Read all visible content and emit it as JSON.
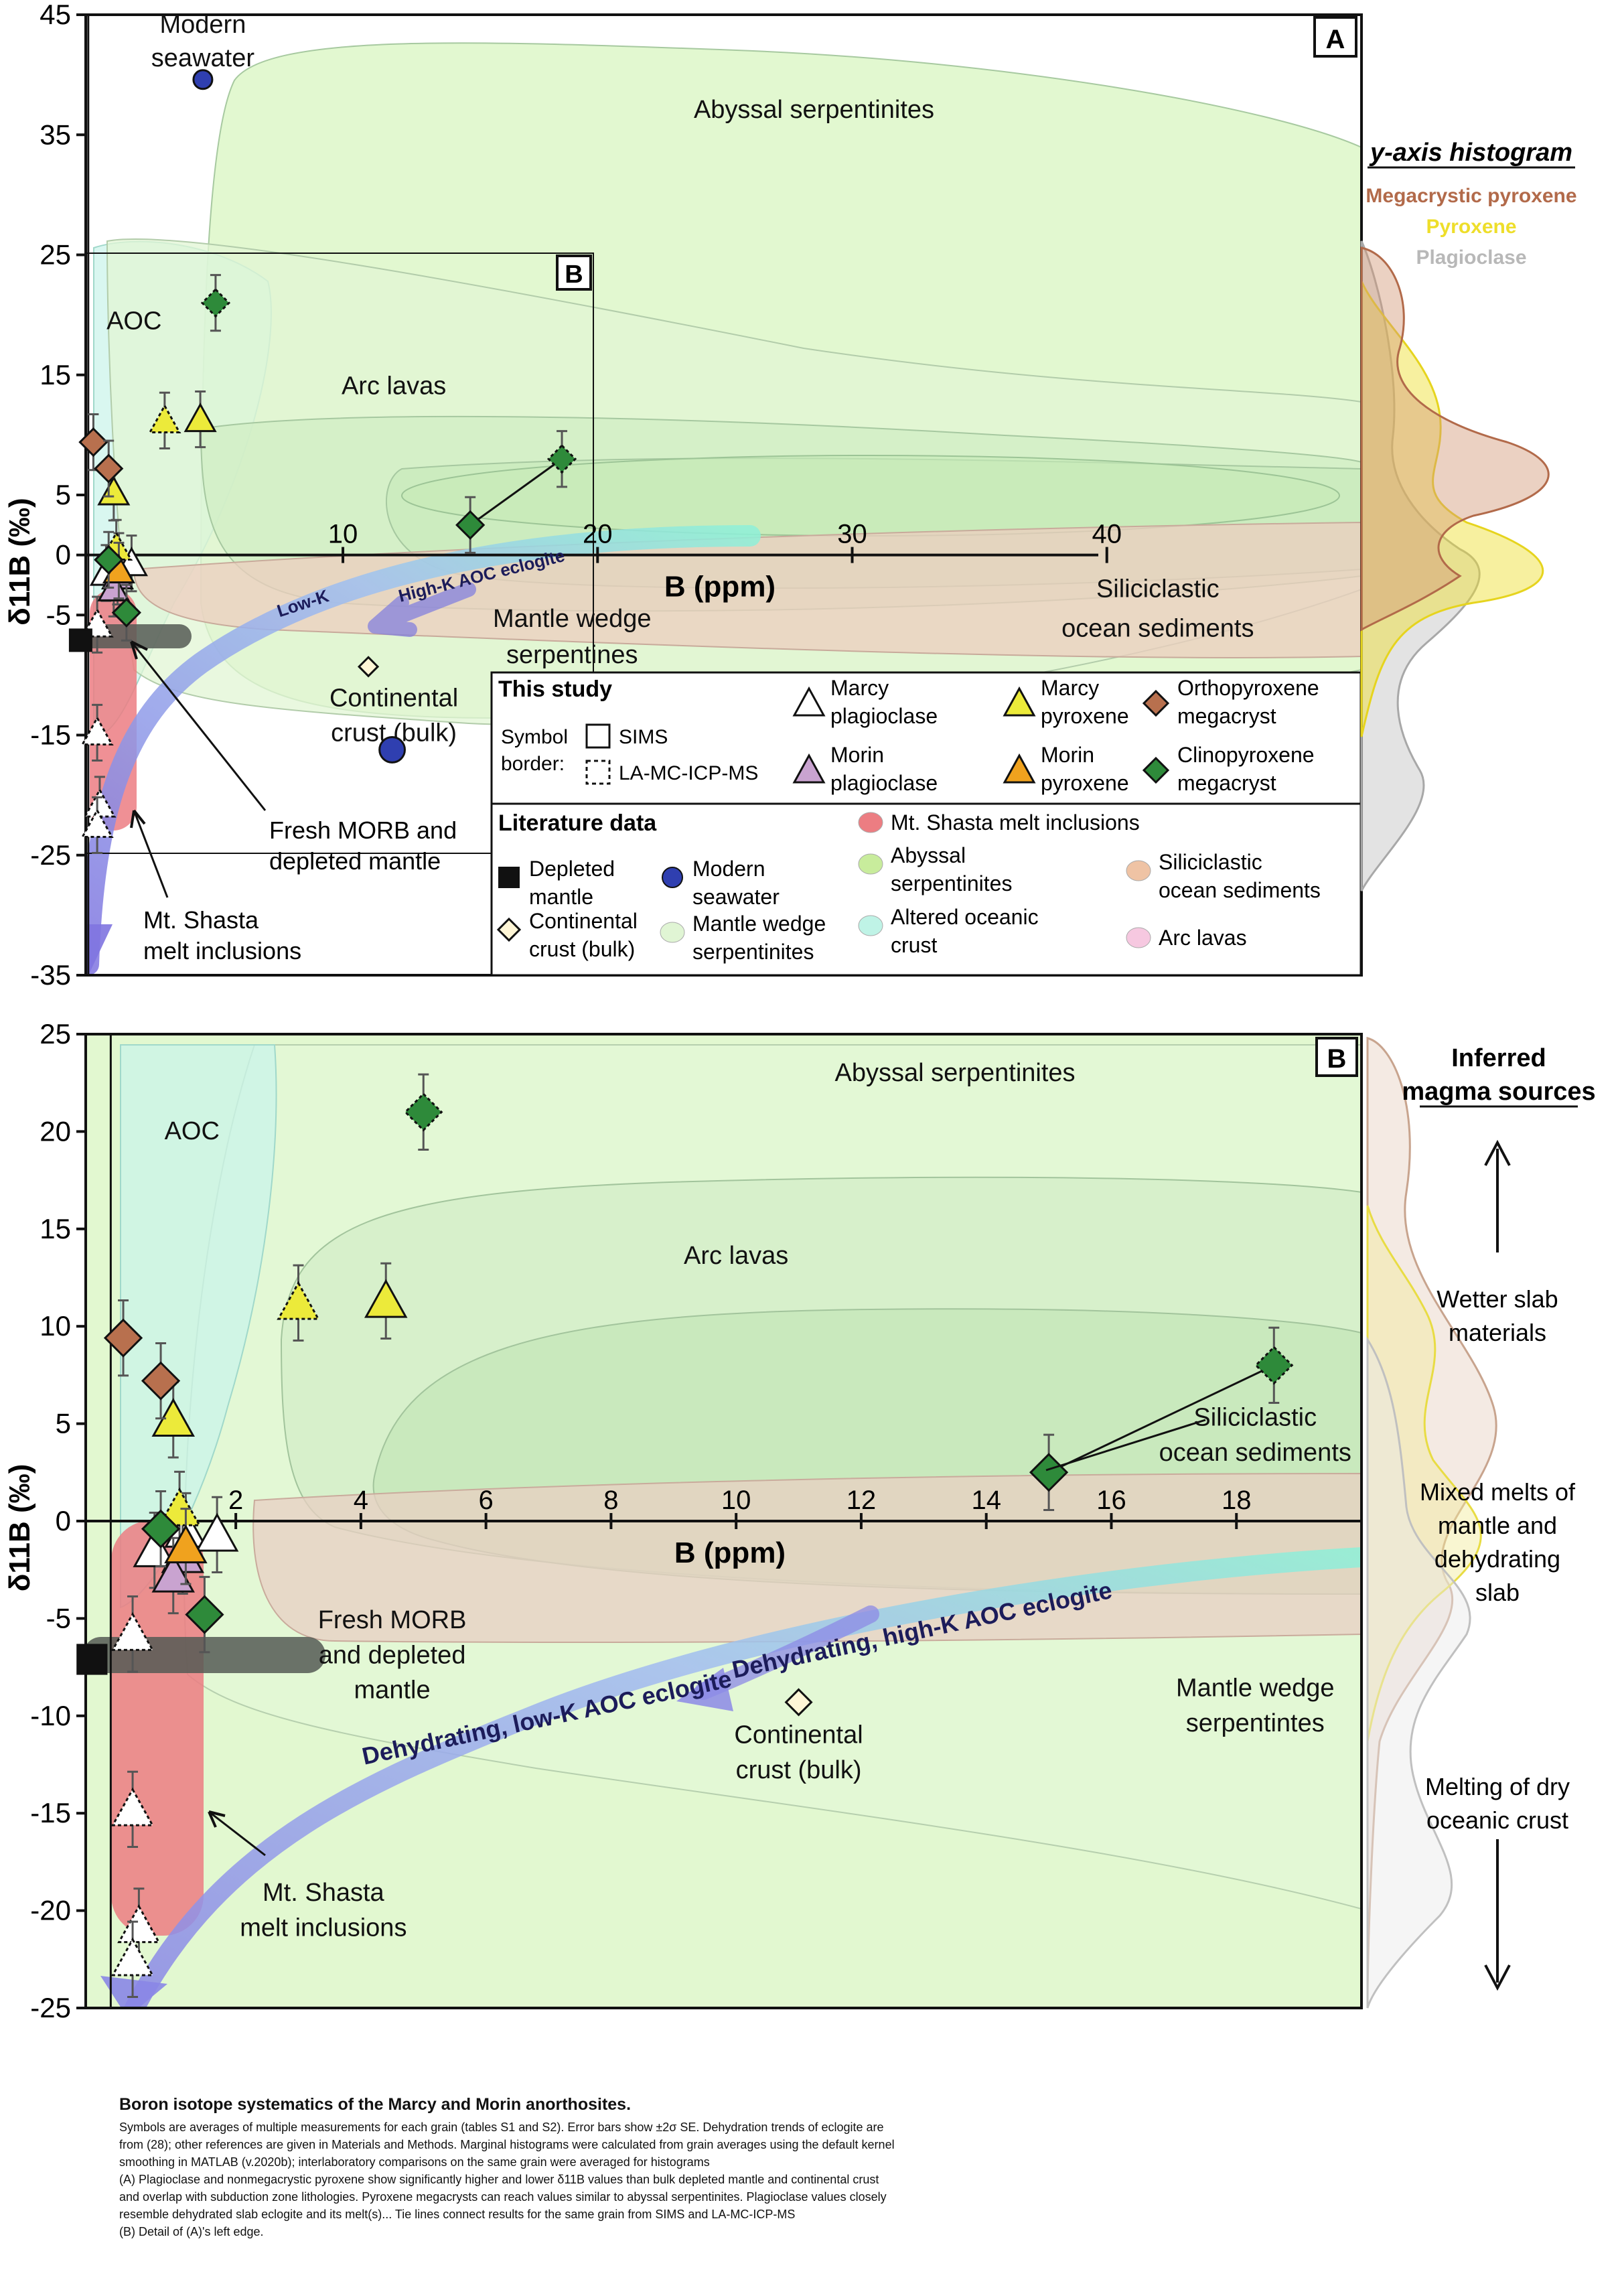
{
  "colors": {
    "marcy_plag": "#ffffff",
    "morin_plag": "#c9a3d0",
    "marcy_px": "#ecea3a",
    "morin_px": "#f0a21e",
    "opx_mega": "#b8704e",
    "cpx_mega": "#2e8a3a",
    "depleted": "#111111",
    "seawater": "#2f3fb0",
    "continental": "#fff6d6",
    "mantle_wedge": "#d9f3c8",
    "abyssal": "#d8f5c0",
    "aoc": "#ccf5ea",
    "siliciclastic": "#f0c9b8",
    "arc": "#d4eecd",
    "shasta": "#ec7d82",
    "arrow": "#9aaee8",
    "hist_megapx": "#b26a4a",
    "hist_px": "#eede2a",
    "hist_plag": "#b8b8b8"
  },
  "chart_data": [
    {
      "id": "A",
      "panel_label": "A",
      "type": "scatter",
      "xlabel": "B (ppm)",
      "ylabel": "δ11B (‰)",
      "xlim": [
        -0.1,
        50
      ],
      "ylim": [
        -35,
        45
      ],
      "xticks": [
        10,
        20,
        30,
        40
      ],
      "yticks": [
        45,
        35,
        25,
        15,
        5,
        0,
        -5,
        -15,
        -25,
        -35
      ],
      "detail_box_label": "B",
      "series": [
        {
          "name": "Marcy plagioclase",
          "marker": "triangle",
          "color": "#ffffff",
          "points": [
            {
              "x": 1.2,
              "y": -0.5,
              "border": "solid"
            },
            {
              "x": 0.7,
              "y": -1.5,
              "border": "solid"
            },
            {
              "x": 1.7,
              "y": -0.7,
              "border": "solid"
            },
            {
              "x": 0.35,
              "y": -5.8,
              "border": "dashed"
            },
            {
              "x": 0.35,
              "y": -14.8,
              "border": "dashed"
            },
            {
              "x": 0.45,
              "y": -20.8,
              "border": "dashed"
            },
            {
              "x": 0.35,
              "y": -22.5,
              "border": "dashed"
            }
          ]
        },
        {
          "name": "Morin plagioclase",
          "marker": "triangle",
          "color": "#c9a3d0",
          "points": [
            {
              "x": 1.15,
              "y": -1.8,
              "border": "solid"
            },
            {
              "x": 1.0,
              "y": -2.8,
              "border": "solid"
            }
          ]
        },
        {
          "name": "Marcy pyroxene",
          "marker": "triangle",
          "color": "#ecea3a",
          "points": [
            {
              "x": 1.0,
              "y": 5.2,
              "border": "solid"
            },
            {
              "x": 4.4,
              "y": 11.3,
              "border": "solid"
            },
            {
              "x": 3.0,
              "y": 11.2,
              "border": "dashed"
            },
            {
              "x": 1.1,
              "y": 0.6,
              "border": "dashed"
            }
          ]
        },
        {
          "name": "Morin pyroxene",
          "marker": "triangle",
          "color": "#f0a21e",
          "points": [
            {
              "x": 1.2,
              "y": -1.3,
              "border": "solid"
            }
          ]
        },
        {
          "name": "Orthopyroxene megacryst",
          "marker": "diamond",
          "color": "#b8704e",
          "points": [
            {
              "x": 0.2,
              "y": 9.4,
              "border": "solid"
            },
            {
              "x": 0.8,
              "y": 7.2,
              "border": "solid"
            }
          ]
        },
        {
          "name": "Clinopyroxene megacryst",
          "marker": "diamond",
          "color": "#2e8a3a",
          "points": [
            {
              "x": 5.0,
              "y": 21.0,
              "border": "dashed"
            },
            {
              "x": 18.6,
              "y": 8.0,
              "border": "dashed"
            },
            {
              "x": 15.0,
              "y": 2.5,
              "border": "solid"
            },
            {
              "x": 0.8,
              "y": -0.4,
              "border": "solid"
            },
            {
              "x": 1.5,
              "y": -4.8,
              "border": "solid"
            }
          ]
        },
        {
          "name": "Depleted mantle",
          "marker": "square",
          "color": "#111111",
          "points": [
            {
              "x": -0.3,
              "y": -7.1
            }
          ]
        },
        {
          "name": "Modern seawater",
          "marker": "circle",
          "color": "#2f3fb0",
          "points": [
            {
              "x": 4.5,
              "y": 39.6
            }
          ]
        },
        {
          "name": "Continental crust (bulk)",
          "marker": "diamond",
          "color": "#fff6d6",
          "points": [
            {
              "x": 11.0,
              "y": -9.3
            }
          ]
        }
      ],
      "region_labels": [
        {
          "text": "Modern",
          "x": 4.5,
          "y": 43.5
        },
        {
          "text": "seawater",
          "x": 4.5,
          "y": 40.7
        },
        {
          "text": "Abyssal serpentinites",
          "x": 28.5,
          "y": 36.4
        },
        {
          "text": "AOC",
          "x": 1.8,
          "y": 18.8
        },
        {
          "text": "Arc lavas",
          "x": 12.0,
          "y": 13.4
        },
        {
          "text": "High-K AOC eclogite",
          "x": 15.5,
          "y": -2.2
        },
        {
          "text": "Low-K",
          "x": 8.5,
          "y": -4.5
        },
        {
          "text": "Mantle wedge",
          "x": 19.0,
          "y": -6.0
        },
        {
          "text": "serpentines",
          "x": 19.0,
          "y": -9.0
        },
        {
          "text": "Siliciclastic",
          "x": 42.0,
          "y": -3.5
        },
        {
          "text": "ocean sediments",
          "x": 42.0,
          "y": -6.8
        },
        {
          "text": "Continental",
          "x": 12.0,
          "y": -12.6
        },
        {
          "text": "crust (bulk)",
          "x": 12.0,
          "y": -15.5
        }
      ],
      "callouts": [
        {
          "text_lines": [
            "Fresh MORB and",
            "depleted mantle"
          ]
        },
        {
          "text_lines": [
            "Mt. Shasta",
            "melt inclusions"
          ]
        }
      ],
      "side_histogram": {
        "title": "y-axis histogram",
        "series": [
          {
            "name": "Megacrystic pyroxene",
            "color": "#b26a4a"
          },
          {
            "name": "Pyroxene",
            "color": "#eede2a"
          },
          {
            "name": "Plagioclase",
            "color": "#b8b8b8"
          }
        ]
      }
    },
    {
      "id": "B",
      "panel_label": "B",
      "type": "scatter",
      "xlabel": "B (ppm)",
      "ylabel": "δ11B (‰)",
      "xlim": [
        -0.4,
        20
      ],
      "ylim": [
        -25,
        25
      ],
      "xticks": [
        2,
        4,
        6,
        8,
        10,
        12,
        14,
        16,
        18
      ],
      "yticks": [
        25,
        20,
        15,
        10,
        5,
        0,
        -5,
        -10,
        -15,
        -20,
        -25
      ],
      "region_labels": [
        {
          "text": "Abyssal serpentinites",
          "x": 13.5,
          "y": 22.6
        },
        {
          "text": "AOC",
          "x": 1.3,
          "y": 19.6
        },
        {
          "text": "Arc lavas",
          "x": 10.0,
          "y": 13.2
        },
        {
          "text": "Siliciclastic",
          "x": 18.3,
          "y": 4.9
        },
        {
          "text": "ocean sediments",
          "x": 18.3,
          "y": 3.1
        },
        {
          "text": "Fresh MORB",
          "x": 4.5,
          "y": -5.5
        },
        {
          "text": "and depleted",
          "x": 4.5,
          "y": -7.3
        },
        {
          "text": "mantle",
          "x": 4.5,
          "y": -9.1
        },
        {
          "text": "Mantle wedge",
          "x": 18.3,
          "y": -9.0
        },
        {
          "text": "serpentintes",
          "x": 18.3,
          "y": -10.8
        },
        {
          "text": "Continental",
          "x": 11.0,
          "y": -11.4
        },
        {
          "text": "crust (bulk)",
          "x": 11.0,
          "y": -13.2
        },
        {
          "text": "Mt. Shasta",
          "x": 3.4,
          "y": -19.5
        },
        {
          "text": "melt inclusions",
          "x": 3.4,
          "y": -21.3
        },
        {
          "text": "Dehydrating, high-K AOC eclogite",
          "x": 13.0,
          "y": -6.0
        },
        {
          "text": "Dehydrating, low-K AOC eclogite",
          "x": 7.0,
          "y": -10.5
        }
      ],
      "side_histogram": {
        "title_lines": [
          "Inferred",
          "magma sources"
        ],
        "labels": [
          {
            "lines": [
              "Wetter slab",
              "materials"
            ]
          },
          {
            "lines": [
              "Mixed melts of",
              "mantle and",
              "dehydrating",
              "slab"
            ]
          },
          {
            "lines": [
              "Melting of dry",
              "oceanic crust"
            ]
          }
        ]
      }
    }
  ],
  "legend": {
    "this_study_title": "This study",
    "symbol_border_label": [
      "Symbol",
      "border:"
    ],
    "sims_label": "SIMS",
    "la_label": "LA-MC-ICP-MS",
    "items": [
      {
        "label": [
          "Marcy",
          "plagioclase"
        ],
        "marker": "triangle",
        "color": "#ffffff"
      },
      {
        "label": [
          "Marcy",
          "pyroxene"
        ],
        "marker": "triangle",
        "color": "#ecea3a"
      },
      {
        "label": [
          "Orthopyroxene",
          "megacryst"
        ],
        "marker": "diamond",
        "color": "#b8704e"
      },
      {
        "label": [
          "Morin",
          "plagioclase"
        ],
        "marker": "triangle",
        "color": "#c9a3d0"
      },
      {
        "label": [
          "Morin",
          "pyroxene"
        ],
        "marker": "triangle",
        "color": "#f0a21e"
      },
      {
        "label": [
          "Clinopyroxene",
          "megacryst"
        ],
        "marker": "diamond",
        "color": "#2e8a3a"
      }
    ],
    "literature_title": "Literature data",
    "literature_items": [
      {
        "label": [
          "Mt. Shasta melt inclusions"
        ],
        "marker": "dot",
        "color": "#ec7d82"
      },
      {
        "label": [
          "Depleted",
          "mantle"
        ],
        "marker": "square",
        "color": "#111111"
      },
      {
        "label": [
          "Modern",
          "seawater"
        ],
        "marker": "circle",
        "color": "#2f3fb0"
      },
      {
        "label": [
          "Abyssal",
          "serpentinites"
        ],
        "marker": "dot",
        "color": "#c8ec9c"
      },
      {
        "label": [
          "Siliciclastic",
          "ocean sediments"
        ],
        "marker": "dot",
        "color": "#efc3a4"
      },
      {
        "label": [
          "Continental",
          "crust (bulk)"
        ],
        "marker": "diamond",
        "color": "#fff6d6"
      },
      {
        "label": [
          "Mantle wedge",
          " serpentinites"
        ],
        "marker": "dot",
        "color": "#e0f5d4"
      },
      {
        "label": [
          "Altered oceanic",
          "crust"
        ],
        "marker": "dot",
        "color": "#bff3e6"
      },
      {
        "label": [
          "Arc lavas"
        ],
        "marker": "dot",
        "color": "#f6c8e0"
      }
    ]
  },
  "caption": {
    "title": "Boron isotope systematics of the Marcy and Morin anorthosites.",
    "lines": [
      "Symbols are averages of multiple measurements for each grain (tables S1 and S2). Error bars show ±2σ SE. Dehydration trends of eclogite are",
      "from (28); other references are given in Materials and Methods. Marginal histograms were calculated from grain averages using the default kernel",
      "smoothing in MATLAB (v.2020b); interlaboratory comparisons on the same grain were averaged for histograms",
      "(A) Plagioclase and nonmegacrystic pyroxene show significantly higher and lower δ11B values than bulk depleted mantle and continental crust",
      "and overlap with subduction zone lithologies. Pyroxene megacrysts can reach values similar to abyssal serpentinites. Plagioclase values closely",
      "resemble dehydrated slab eclogite and its melt(s)... Tie lines connect results for the same grain from SIMS and LA-MC-ICP-MS",
      "(B) Detail of (A)'s left edge."
    ]
  }
}
